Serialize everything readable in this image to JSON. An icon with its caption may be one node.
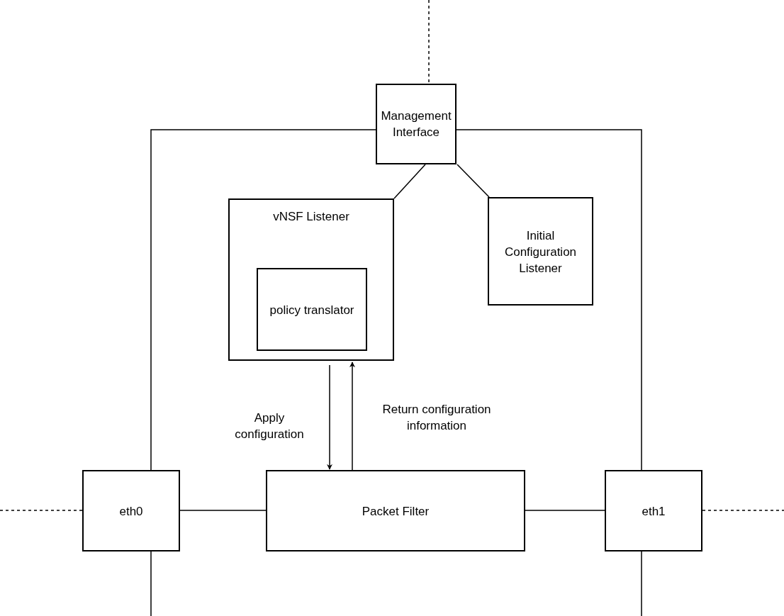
{
  "diagram": {
    "nodes": [
      {
        "text": [
          "Management Interface"
        ]
      },
      {
        "text": [
          "vNSF Listener"
        ]
      },
      {
        "text": [
          "policy translator"
        ],
        "in": 1
      },
      {
        "text": [
          "Initial Configuration Listener"
        ]
      },
      {
        "text": [
          "eth0"
        ]
      },
      {
        "text": [
          "Packet Filter"
        ]
      },
      {
        "text": [
          "eth1"
        ]
      }
    ],
    "edges": [
      {
        "from": null,
        "to": 0,
        "arrow": "none",
        "style": "dashed"
      },
      {
        "from": 0,
        "to": 4,
        "arrow": "none"
      },
      {
        "from": 0,
        "to": 6,
        "arrow": "none"
      },
      {
        "from": 0,
        "to": 1,
        "arrow": "none"
      },
      {
        "from": 0,
        "to": 3,
        "arrow": "none"
      },
      {
        "from": 1,
        "to": 5,
        "arrow": "to",
        "label": "Apply configuration"
      },
      {
        "from": 5,
        "to": 1,
        "arrow": "to",
        "label": "Return configuration information"
      },
      {
        "from": 4,
        "to": 5,
        "arrow": "none"
      },
      {
        "from": 5,
        "to": 6,
        "arrow": "none"
      },
      {
        "from": null,
        "to": 4,
        "arrow": "none",
        "style": "dashed"
      },
      {
        "from": 6,
        "to": null,
        "arrow": "none",
        "style": "dashed"
      },
      {
        "from": 4,
        "to": null,
        "arrow": "none"
      },
      {
        "from": 6,
        "to": null,
        "arrow": "none"
      }
    ]
  }
}
